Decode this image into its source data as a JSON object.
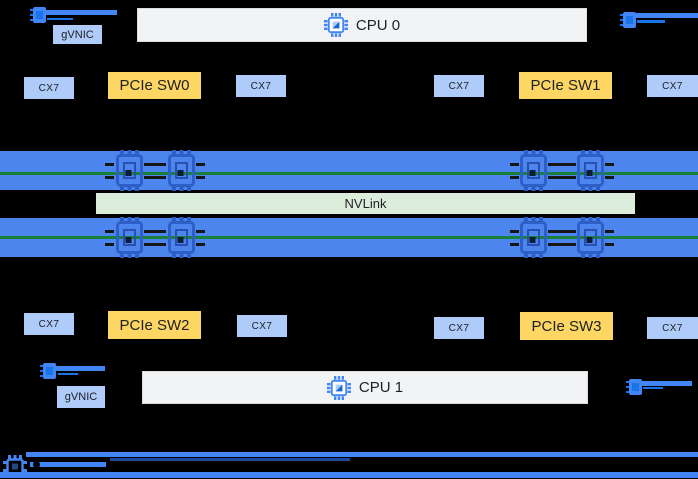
{
  "labels": {
    "cpu0": "CPU 0",
    "cpu1": "CPU 1",
    "nvlink": "NVLink",
    "gvnic": "gVNIC",
    "cx7": "CX7",
    "pcie_sw0": "PCIe SW0",
    "pcie_sw1": "PCIe SW1",
    "pcie_sw2": "PCIe SW2",
    "pcie_sw3": "PCIe SW3"
  },
  "icons": {
    "cpu_chip": "cpu-chip-icon",
    "gpu_chip": "gpu-chip-icon",
    "nic_link": "nic-link-icon"
  },
  "colors": {
    "background": "#000000",
    "cx7_box": "#aecbfa",
    "pcie_box": "#fdd663",
    "cpu_box": "#f1f3f4",
    "cpu_box_border": "#dadce0",
    "nvlink_box": "#dceddb",
    "gpu_bar": "#4c85ee",
    "nvlink_rail": "#188038",
    "marker_blue": "#4285f4",
    "marker_blue_dark": "#1a73e8",
    "gpu_icon_blue": "#2e5fc7",
    "text": "#202124"
  }
}
